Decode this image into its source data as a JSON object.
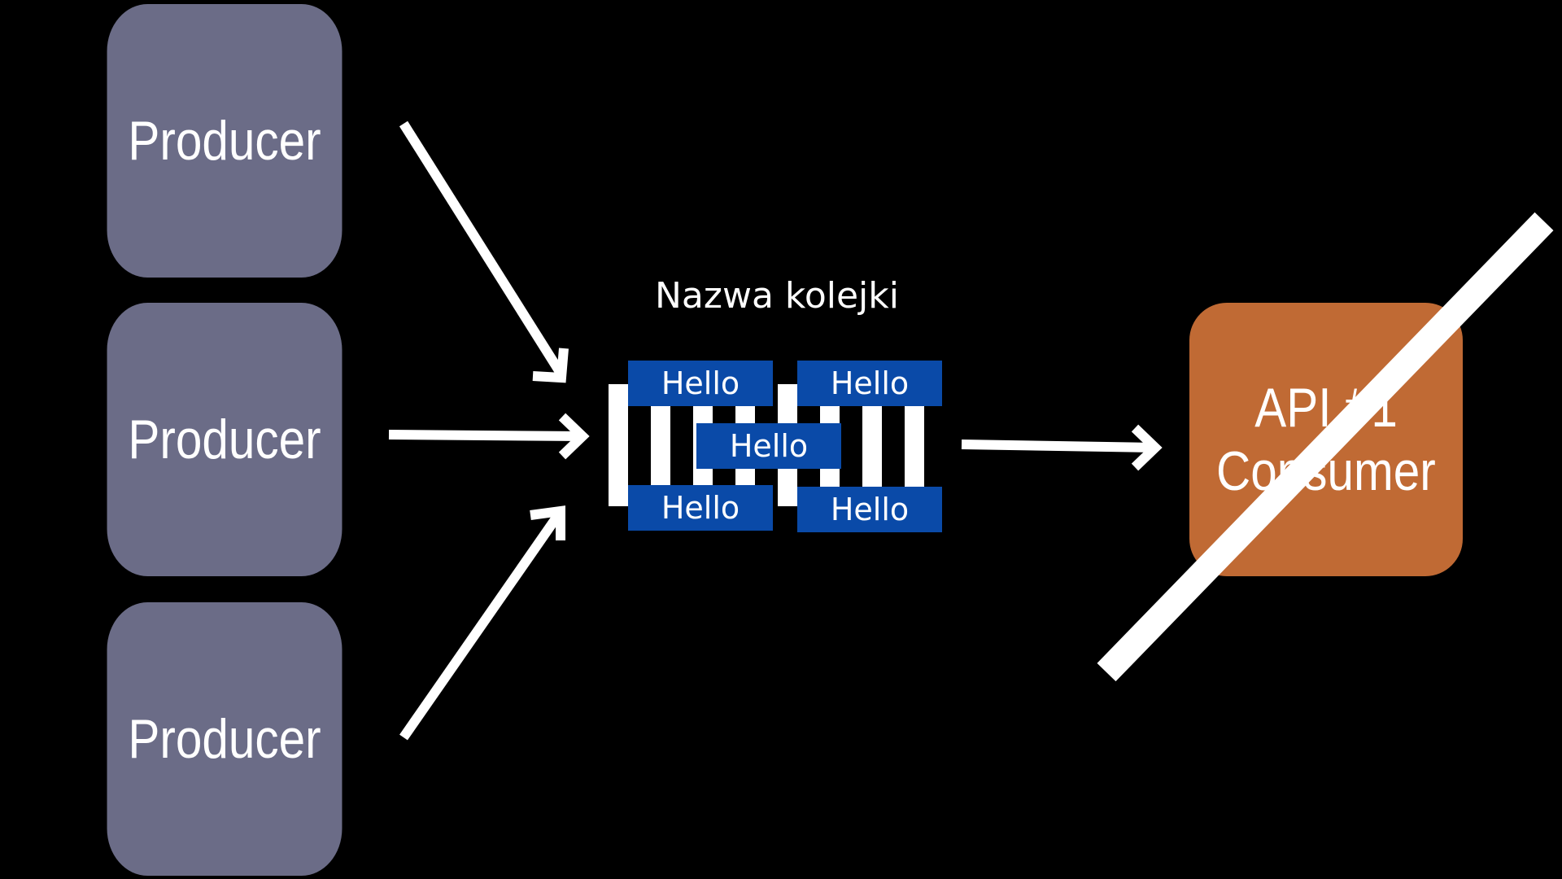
{
  "producers": [
    {
      "label": "Producer"
    },
    {
      "label": "Producer"
    },
    {
      "label": "Producer"
    }
  ],
  "queue": {
    "label": "Nazwa kolejki",
    "messages": [
      "Hello",
      "Hello",
      "Hello",
      "Hello",
      "Hello"
    ]
  },
  "consumer": {
    "line1": "API #1",
    "line2": "Consumer",
    "status": "crossed-out"
  },
  "colors": {
    "background": "#000000",
    "producer": "#6b6c87",
    "consumer": "#c06a34",
    "message": "#0a4aa8",
    "arrow": "#ffffff",
    "cross": "#ffffff"
  }
}
